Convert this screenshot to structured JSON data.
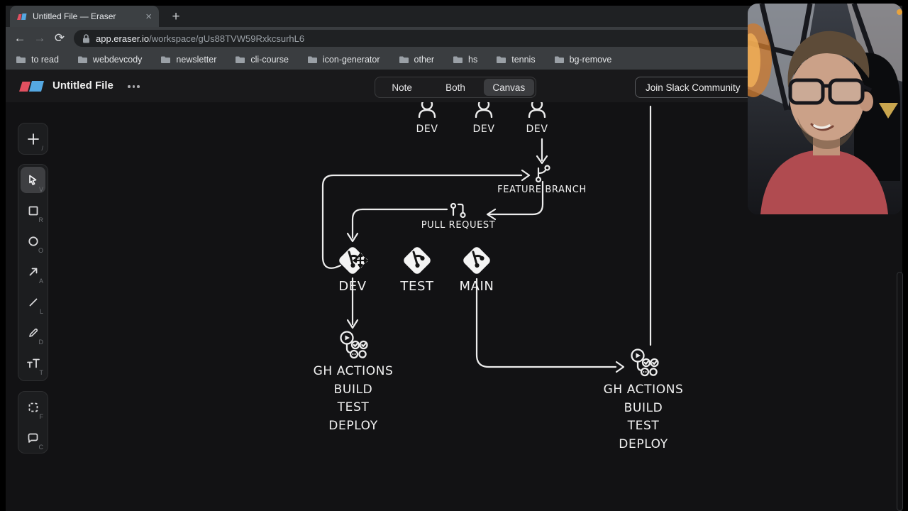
{
  "browser": {
    "tab_title": "Untitled File — Eraser",
    "url": {
      "domain": "app.eraser.io",
      "path": "/workspace/gUs88TVW59RxkcsurhL6"
    },
    "bookmarks": [
      "to read",
      "webdevcody",
      "newsletter",
      "cli-course",
      "icon-generator",
      "other",
      "hs",
      "tennis",
      "bg-remove"
    ],
    "icons": {
      "close_tab": "×",
      "new_tab": "+",
      "back": "←",
      "forward": "→",
      "refresh": "⟳"
    }
  },
  "header": {
    "file_title": "Untitled File",
    "views": [
      "Note",
      "Both",
      "Canvas"
    ],
    "selected_view": "Canvas",
    "join_slack_label": "Join Slack Community"
  },
  "toolbar": {
    "tools": [
      {
        "id": "insert",
        "shortcut": "/"
      },
      {
        "id": "select",
        "shortcut": "V",
        "active": true
      },
      {
        "id": "rectangle",
        "shortcut": "R"
      },
      {
        "id": "ellipse",
        "shortcut": "O"
      },
      {
        "id": "arrow",
        "shortcut": "A"
      },
      {
        "id": "line",
        "shortcut": "L"
      },
      {
        "id": "draw",
        "shortcut": "D"
      },
      {
        "id": "text",
        "shortcut": "T"
      },
      {
        "id": "frame",
        "shortcut": "F"
      },
      {
        "id": "comment",
        "shortcut": "C"
      }
    ]
  },
  "diagram": {
    "dev_users": [
      "DEV",
      "DEV",
      "DEV"
    ],
    "feature_branch_label": "FEATURE BRANCH",
    "pull_request_label": "PULL REQUEST",
    "branch_labels": [
      "DEV",
      "TEST",
      "MAIN"
    ],
    "pipeline_left": [
      "GH ACTIONS",
      "BUILD",
      "TEST",
      "DEPLOY"
    ],
    "pipeline_right": [
      "GH ACTIONS",
      "BUILD",
      "TEST",
      "DEPLOY"
    ]
  },
  "colors": {
    "logo_red": "#e05060",
    "logo_blue": "#55a8e2",
    "canvas_bg": "#121214",
    "diagram_stroke": "#ececec",
    "webcam_shirt": "#b04b50"
  }
}
